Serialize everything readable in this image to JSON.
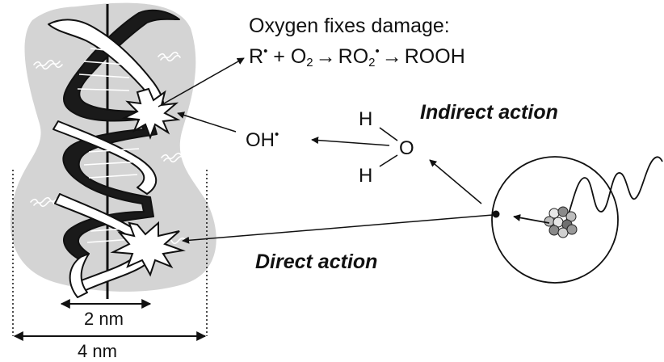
{
  "oxygen": {
    "title": "Oxygen fixes damage:",
    "r": "R",
    "plus": "+",
    "o2_o": "O",
    "o2_sub": "2",
    "arrow": "→",
    "ro2_ro": "RO",
    "ro2_sub": "2",
    "radical_dot": "•",
    "rooh": "ROOH"
  },
  "labels": {
    "indirect": "Indirect action",
    "direct": "Direct action"
  },
  "water": {
    "h_top": "H",
    "o": "O",
    "h_bottom": "H"
  },
  "radical": {
    "oh": "OH",
    "dot": "•"
  },
  "dimensions": {
    "inner": "2 nm",
    "outer": "4 nm"
  },
  "colors": {
    "cloud": "#d4d4d4",
    "line": "#111111"
  }
}
